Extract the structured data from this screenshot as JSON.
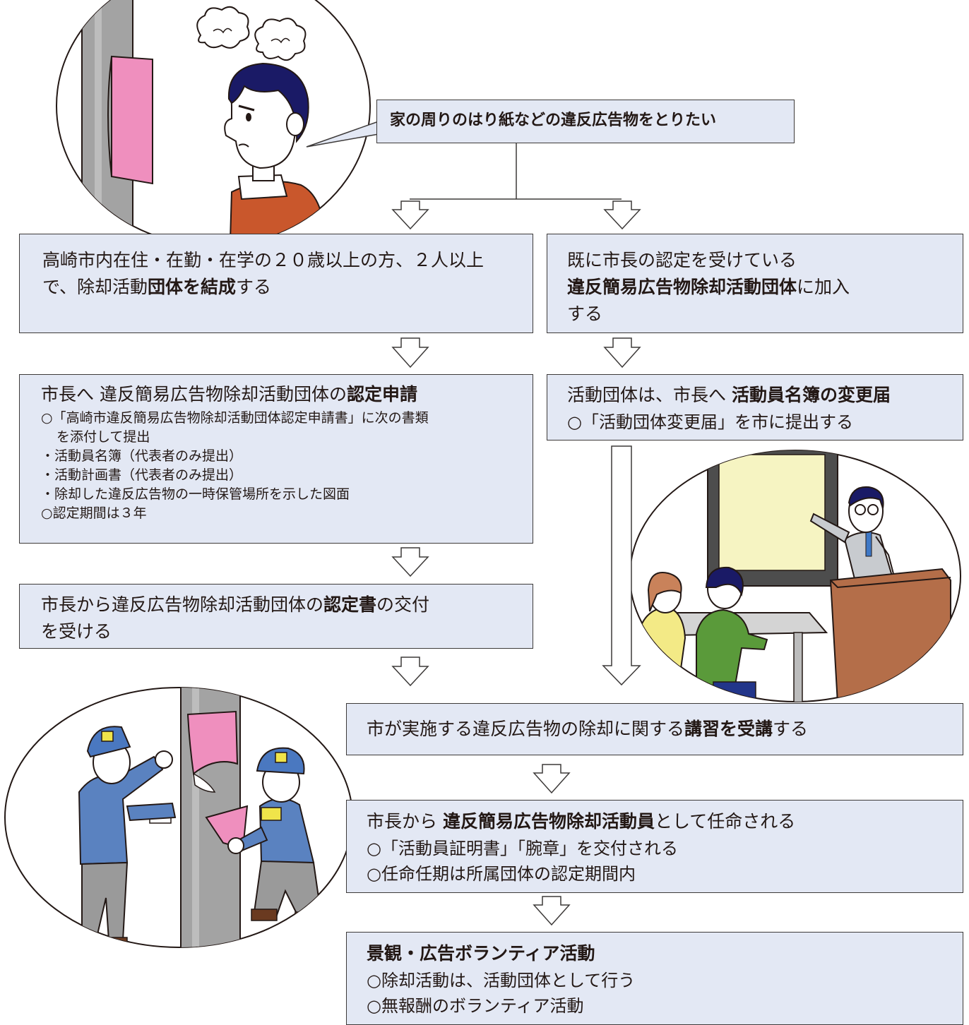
{
  "top_box": {
    "text": "家の周りのはり紙などの違反広告物をとりたい"
  },
  "box_form": {
    "line1": "高崎市内在住・在勤・在学の２０歳以上の方、２人以上",
    "line2_pre": "で、除却活動",
    "line2_bold": "団体を結成",
    "line2_post": "する"
  },
  "box_join": {
    "line1": "既に市長の認定を受けている",
    "line2_bold": "違反簡易広告物除却活動団体",
    "line2_post": "に加入",
    "line3": "する"
  },
  "box_apply": {
    "title_pre": "市長へ 違反簡易広告物除却活動団体の",
    "title_bold": "認定申請",
    "items": [
      "○「高崎市違反簡易広告物除却活動団体認定申請書」に次の書類",
      "を添付して提出",
      "・活動員名簿（代表者のみ提出）",
      "・活動計画書（代表者のみ提出）",
      "・除却した違反広告物の一時保管場所を示した図面",
      "○認定期間は３年"
    ]
  },
  "box_change": {
    "title_pre": "活動団体は、市長へ ",
    "title_bold": "活動員名簿の変更届",
    "item": "○「活動団体変更届」を市に提出する"
  },
  "box_cert": {
    "line1_pre": "市長から違反広告物除却活動団体の",
    "line1_bold": "認定書",
    "line1_post": "の交付",
    "line2": "を受ける"
  },
  "box_course": {
    "pre": "市が実施する違反広告物の除却に関する",
    "bold": "講習を受講",
    "post": "する"
  },
  "box_appoint": {
    "title_pre": "市長から ",
    "title_bold": "違反簡易広告物除却活動員",
    "title_post": "として任命される",
    "items": [
      "○「活動員証明書」「腕章」を交付される",
      "○任命任期は所属団体の認定期間内"
    ]
  },
  "box_volunteer": {
    "title": "景観・広告ボランティア活動",
    "items": [
      "○除却活動は、活動団体として行う",
      "○無報酬のボランティア活動"
    ]
  },
  "colors": {
    "box_fill": "#e3e8f4",
    "pink_poster": "#ef8fbe",
    "pole": "#a3a3a3",
    "uniform": "#5a82c0",
    "cap_badge": "#f0e44a"
  },
  "illustrations": {
    "top_left": "person-looking-at-poster-illustration",
    "middle_right": "lecture-room-illustration",
    "bottom_left": "volunteers-removing-posters-illustration"
  }
}
